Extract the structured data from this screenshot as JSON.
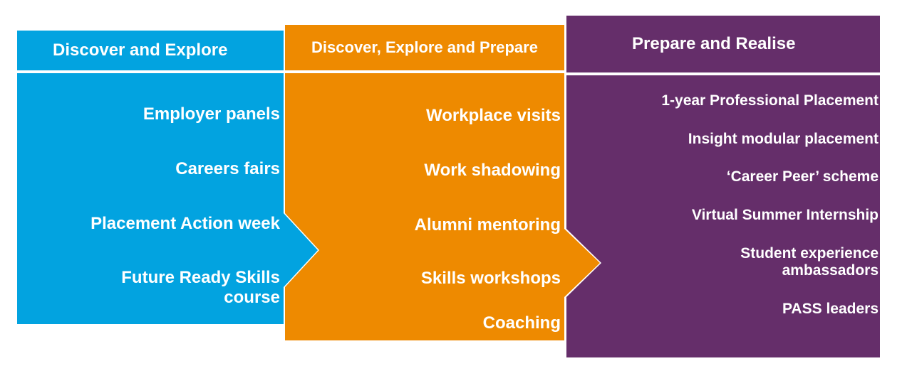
{
  "columns": [
    {
      "header": "Discover and Explore",
      "color": "#02A3E0",
      "items": [
        "Employer panels",
        "Careers fairs",
        "Placement Action week",
        "Future Ready Skills\ncourse"
      ]
    },
    {
      "header": "Discover, Explore and Prepare",
      "color": "#EE8A00",
      "items": [
        "Workplace visits",
        "Work shadowing",
        "Alumni mentoring",
        "Skills workshops",
        "Coaching"
      ]
    },
    {
      "header": "Prepare and Realise",
      "color": "#652E6A",
      "items": [
        "1-year Professional Placement",
        "Insight modular placement",
        "‘Career Peer’ scheme",
        "Virtual Summer Internship",
        "Student experience\nambassadors",
        "PASS leaders"
      ]
    }
  ]
}
